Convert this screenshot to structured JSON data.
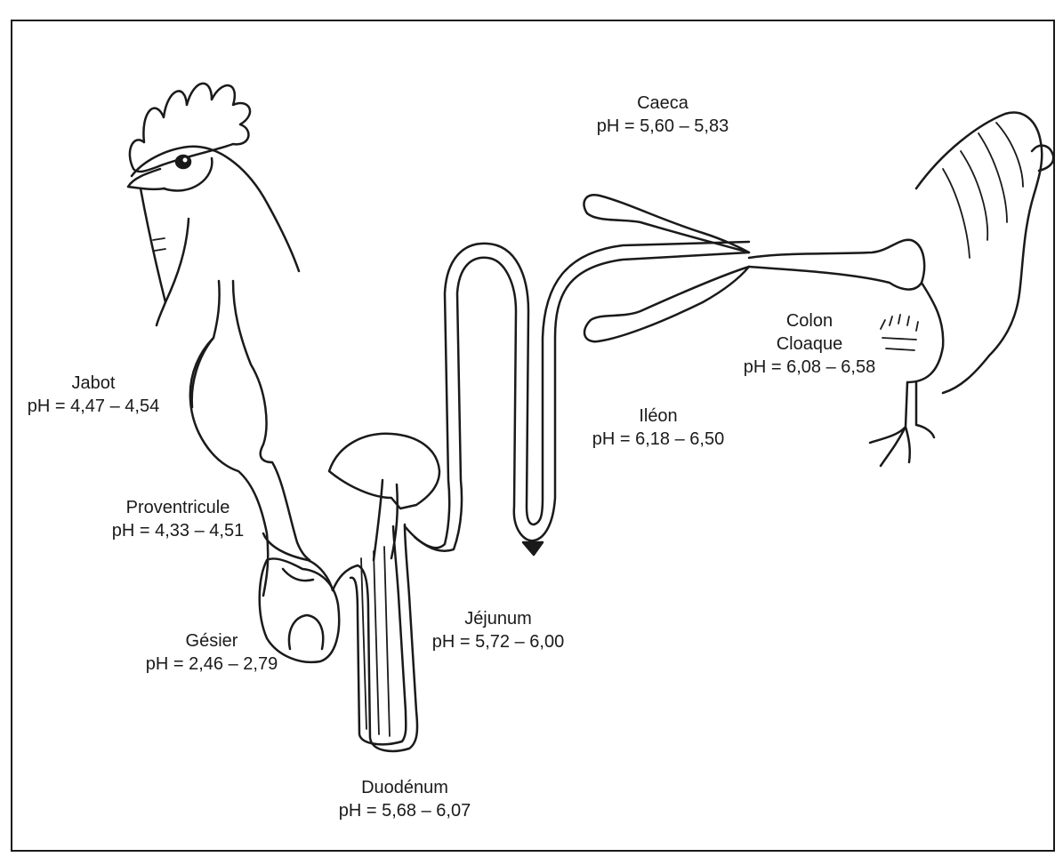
{
  "labels": {
    "jabot": {
      "name": "Jabot",
      "ph": "pH = 4,47 – 4,54"
    },
    "proventricule": {
      "name": "Proventricule",
      "ph": "pH = 4,33 – 4,51"
    },
    "gesier": {
      "name": "Gésier",
      "ph": "pH = 2,46 – 2,79"
    },
    "duodenum": {
      "name": "Duodénum",
      "ph": "pH = 5,68 – 6,07"
    },
    "jejunum": {
      "name": "Jéjunum",
      "ph": "pH = 5,72 – 6,00"
    },
    "ileon": {
      "name": "Iléon",
      "ph": "pH = 6,18 – 6,50"
    },
    "caeca": {
      "name": "Caeca",
      "ph": "pH = 5,60 – 5,83"
    },
    "colon": {
      "name": "Colon",
      "name2": "Cloaque",
      "ph": "pH = 6,08 – 6,58"
    }
  }
}
